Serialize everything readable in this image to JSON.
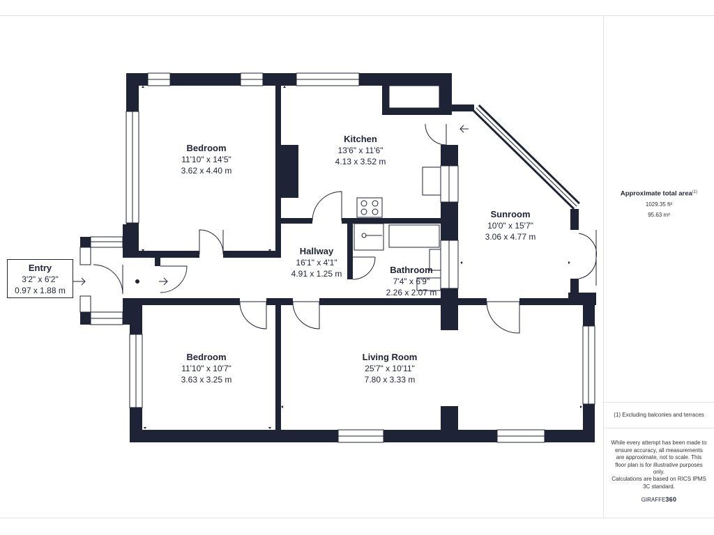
{
  "rooms": {
    "bedroom1": {
      "name": "Bedroom",
      "imperial": "11'10\" x 14'5\"",
      "metric": "3.62 x 4.40 m"
    },
    "kitchen": {
      "name": "Kitchen",
      "imperial": "13'6\" x 11'6\"",
      "metric": "4.13 x 3.52 m"
    },
    "sunroom": {
      "name": "Sunroom",
      "imperial": "10'0\" x 15'7\"",
      "metric": "3.06 x 4.77 m"
    },
    "hallway": {
      "name": "Hallway",
      "imperial": "16'1\" x 4'1\"",
      "metric": "4.91 x 1.25 m"
    },
    "bathroom": {
      "name": "Bathroom",
      "imperial": "7'4\" x 6'9\"",
      "metric": "2.26 x 2.07 m"
    },
    "entry": {
      "name": "Entry",
      "imperial": "3'2\" x 6'2\"",
      "metric": "0.97 x 1.88 m"
    },
    "bedroom2": {
      "name": "Bedroom",
      "imperial": "11'10\" x 10'7\"",
      "metric": "3.63 x 3.25 m"
    },
    "living": {
      "name": "Living Room",
      "imperial": "25'7\" x 10'11\"",
      "metric": "7.80 x 3.33 m"
    }
  },
  "sidebar": {
    "area_title": "Approximate total area",
    "area_note_mark": "(1)",
    "area_ft": "1029.35 ft²",
    "area_m": "95.63 m²",
    "excluding_note": "(1) Excluding balconies and terraces",
    "disclaimer": "While every attempt has been made to ensure accuracy, all measurements are approximate, not to scale. This floor plan is for illustrative purposes only.",
    "calc_note": "Calculations are based on RICS IPMS 3C standard.",
    "brand_light": "GIRAFFE",
    "brand_bold": "360"
  },
  "colors": {
    "wall": "#1e2335",
    "line": "#1e2335",
    "border": "#e3e3e3",
    "window": "#ffffff"
  },
  "icons": [
    "compass-mark-icon",
    "hob-icon",
    "sink-icon",
    "toilet-icon",
    "door-swing-icon"
  ]
}
